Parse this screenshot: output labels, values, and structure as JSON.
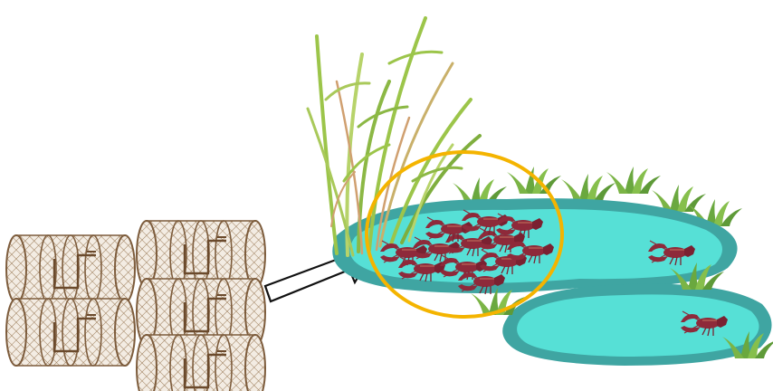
{
  "diagram": {
    "nodes": [
      {
        "id": "traps",
        "icon": "crayfish-trap-icon",
        "count": 5
      },
      {
        "id": "pond",
        "icon": "pond-icon"
      }
    ],
    "edges": [
      {
        "from": "traps",
        "to": "pond",
        "icon": "right-arrow-icon"
      }
    ],
    "highlight": {
      "target": "crayfish-cluster",
      "shape": "circle",
      "color": "#F4B400"
    },
    "colors": {
      "water": "#56E0D6",
      "pond_rim": "#3FA5A2",
      "reeds": "#9CC54A",
      "crayfish": "#8E2A3A",
      "trap_mesh": "#8A6A48"
    }
  }
}
